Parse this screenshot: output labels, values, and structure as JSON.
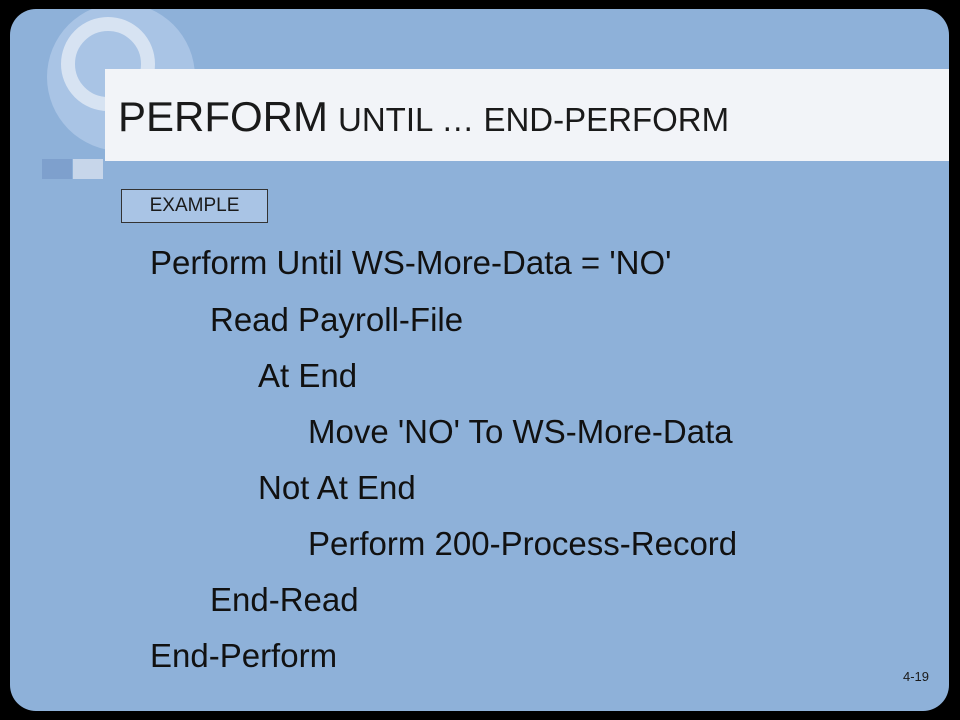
{
  "slide": {
    "title": "PERFORM",
    "title_sub": "UNTIL … END-PERFORM",
    "tag": "EXAMPLE",
    "code_lines": [
      "Perform Until WS-More-Data = 'NO'",
      "Read Payroll-File",
      "At End",
      "Move 'NO' To WS-More-Data",
      "Not At End",
      "Perform 200-Process-Record",
      "End-Read",
      "End-Perform"
    ],
    "page_number": "4-19"
  }
}
